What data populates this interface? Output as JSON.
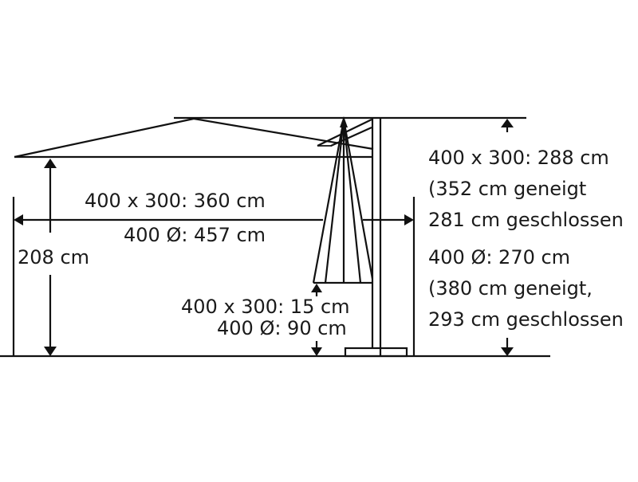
{
  "diagram": {
    "subject": "cantilever-parasol-dimensions",
    "colors": {
      "line": "#111111",
      "text": "#1a1a1a",
      "background": "#ffffff"
    },
    "labels": {
      "span_rect": "400 x 300: 360 cm",
      "span_round": "400 Ø: 457 cm",
      "canopy_height": "208 cm",
      "clearance_rect": "400 x 300: 15 cm",
      "clearance_round": "400 Ø: 90 cm",
      "total_height": [
        "400 x 300: 288 cm",
        "(352 cm geneigt",
        "281 cm geschlossen",
        "400 Ø: 270 cm",
        "(380 cm geneigt,",
        "293 cm geschlossen"
      ]
    }
  }
}
